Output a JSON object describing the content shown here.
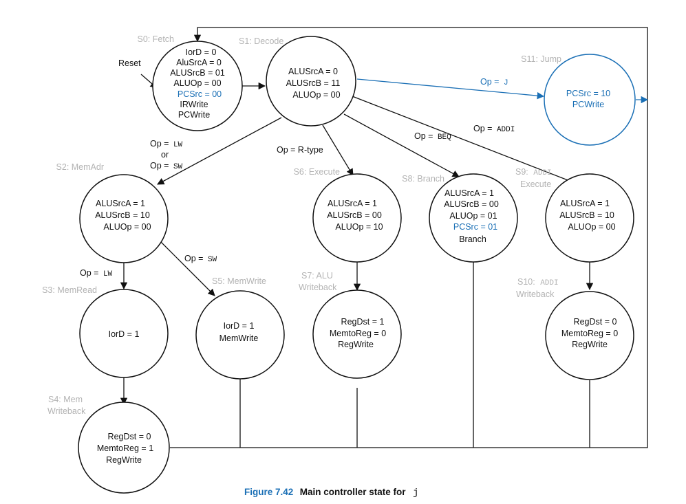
{
  "colors": {
    "line": "#111111",
    "highlight": "#1a6fb5",
    "state_label": "#b3b3b3"
  },
  "reset_label": "Reset",
  "states": {
    "s0": {
      "label": "S0: Fetch",
      "signals": [
        "IorD = 0",
        "AluSrcA = 0",
        "ALUSrcB = 01",
        "ALUOp = 00",
        "PCSrc = 00",
        "IRWrite",
        "PCWrite"
      ]
    },
    "s1": {
      "label": "S1: Decode",
      "signals": [
        "ALUSrcA = 0",
        "ALUSrcB = 11",
        "ALUOp = 00"
      ]
    },
    "s11": {
      "label": "S11: Jump",
      "signals": [
        "PCSrc = 10",
        "PCWrite"
      ]
    },
    "s2": {
      "label": "S2: MemAdr",
      "signals": [
        "ALUSrcA = 1",
        "ALUSrcB = 10",
        "ALUOp = 00"
      ]
    },
    "s6": {
      "label": "S6: Execute",
      "signals": [
        "ALUSrcA = 1",
        "ALUSrcB = 00",
        "ALUOp = 10"
      ]
    },
    "s8": {
      "label": "S8: Branch",
      "signals": [
        "ALUSrcA = 1",
        "ALUSrcB = 00",
        "ALUOp = 01",
        "PCSrc = 01",
        "Branch"
      ]
    },
    "s9": {
      "label_prefix": "S9:",
      "label_mono": "ADDI",
      "label_line2": "Execute",
      "signals": [
        "ALUSrcA = 1",
        "ALUSrcB = 10",
        "ALUOp = 00"
      ]
    },
    "s3": {
      "label": "S3: MemRead",
      "signals": [
        "IorD = 1"
      ]
    },
    "s5": {
      "label": "S5: MemWrite",
      "signals": [
        "IorD = 1",
        "MemWrite"
      ]
    },
    "s7": {
      "label_line1": "S7: ALU",
      "label_line2": "Writeback",
      "signals": [
        "RegDst = 1",
        "MemtoReg = 0",
        "RegWrite"
      ]
    },
    "s10": {
      "label_prefix": "S10:",
      "label_mono": "ADDI",
      "label_line2": "Writeback",
      "signals": [
        "RegDst = 0",
        "MemtoReg = 0",
        "RegWrite"
      ]
    },
    "s4": {
      "label_line1": "S4: Mem",
      "label_line2": "Writeback",
      "signals": [
        "RegDst = 0",
        "MemtoReg = 1",
        "RegWrite"
      ]
    }
  },
  "transitions": {
    "j": {
      "prefix": "Op =",
      "mono": "J"
    },
    "addi": {
      "prefix": "Op =",
      "mono": "ADDI"
    },
    "beq": {
      "prefix": "Op =",
      "mono": "BEQ"
    },
    "rtype": {
      "text": "Op = R-type"
    },
    "lwsw": {
      "prefix1": "Op =",
      "mono1": "LW",
      "or": "or",
      "prefix2": "Op =",
      "mono2": "SW"
    },
    "lw": {
      "prefix": "Op =",
      "mono": "LW"
    },
    "sw": {
      "prefix": "Op =",
      "mono": "SW"
    }
  },
  "caption": {
    "figure": "Figure 7.42",
    "text": "Main controller state for",
    "mono": "j"
  }
}
